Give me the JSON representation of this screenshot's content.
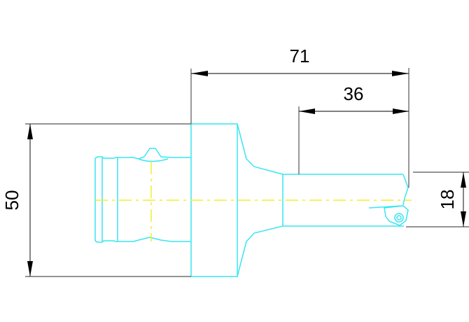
{
  "drawing": {
    "type": "technical-drawing",
    "subject": "boring tool holder side view",
    "colors": {
      "outline": "#39e6ef",
      "centerline": "#f2ee28",
      "dimension": "#000000",
      "background": "#ffffff"
    }
  },
  "dimensions": {
    "overall_length": "71",
    "bar_length": "36",
    "flange_diameter": "50",
    "bar_diameter": "18"
  }
}
